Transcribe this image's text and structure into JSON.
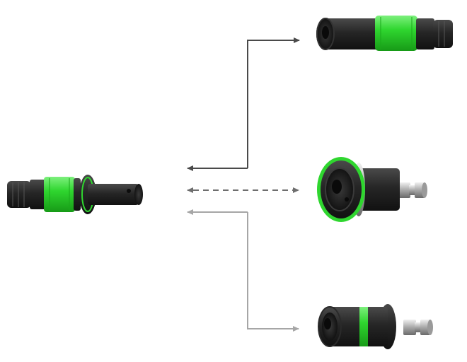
{
  "diagram": {
    "nodes": [
      {
        "id": "source-connector",
        "kind": "inline-plug",
        "accent_color": "#2fd62f"
      },
      {
        "id": "target-inline-receptacle",
        "kind": "inline-receptacle",
        "accent_color": "#2fd62f"
      },
      {
        "id": "target-panel-mount-flange",
        "kind": "panel-mount-flange",
        "accent_color": "#2fd62f"
      },
      {
        "id": "target-panel-mount-rear",
        "kind": "panel-mount-rear-nut",
        "accent_color": "#2fd62f"
      }
    ],
    "connections": [
      {
        "from": "source-connector",
        "to": "target-inline-receptacle",
        "line_style": "solid",
        "color": "#4a4a4a"
      },
      {
        "from": "source-connector",
        "to": "target-panel-mount-flange",
        "line_style": "dashed",
        "color": "#6e6e6e"
      },
      {
        "from": "source-connector",
        "to": "target-panel-mount-rear",
        "line_style": "solid",
        "color": "#a6a6a6"
      }
    ]
  },
  "colors": {
    "body_dark": "#1e1e1e",
    "body_mid": "#3a3a3a",
    "green": "#2fd62f",
    "metal": "#c8c8c8"
  }
}
